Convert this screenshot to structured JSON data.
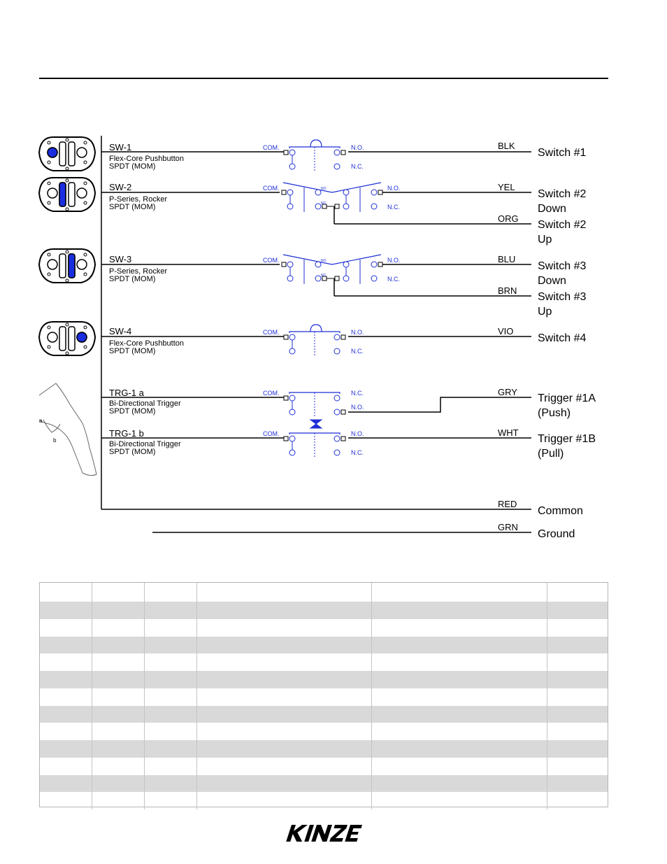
{
  "switches": [
    {
      "id": "SW-1",
      "type": "Flex-Core Pushbutton",
      "spec": "SPDT (MOM)"
    },
    {
      "id": "SW-2",
      "type": "P-Series, Rocker",
      "spec": "SPDT (MOM)"
    },
    {
      "id": "SW-3",
      "type": "P-Series, Rocker",
      "spec": "SPDT (MOM)"
    },
    {
      "id": "SW-4",
      "type": "Flex-Core Pushbutton",
      "spec": "SPDT (MOM)"
    },
    {
      "id": "TRG-1 a",
      "type": "Bi-Directional Trigger",
      "spec": "SPDT (MOM)"
    },
    {
      "id": "TRG-1 b",
      "type": "Bi-Directional Trigger",
      "spec": "SPDT (MOM)"
    }
  ],
  "terminals": {
    "com": "COM.",
    "no": "N.O.",
    "nc": "N.C.",
    "no_small": "NO",
    "nc_small": "NC"
  },
  "trigger_marks": {
    "a": "a",
    "b": "b"
  },
  "wires": [
    {
      "color_code": "BLK",
      "label_1": "Switch #1",
      "label_2": ""
    },
    {
      "color_code": "YEL",
      "label_1": "Switch #2",
      "label_2": "Down"
    },
    {
      "color_code": "ORG",
      "label_1": "Switch #2",
      "label_2": "Up"
    },
    {
      "color_code": "BLU",
      "label_1": "Switch #3",
      "label_2": "Down"
    },
    {
      "color_code": "BRN",
      "label_1": "Switch #3",
      "label_2": "Up"
    },
    {
      "color_code": "VIO",
      "label_1": "Switch #4",
      "label_2": ""
    },
    {
      "color_code": "GRY",
      "label_1": "Trigger #1A",
      "label_2": "(Push)"
    },
    {
      "color_code": "WHT",
      "label_1": "Trigger #1B",
      "label_2": "(Pull)"
    },
    {
      "color_code": "RED",
      "label_1": "Common",
      "label_2": ""
    },
    {
      "color_code": "GRN",
      "label_1": "Ground",
      "label_2": ""
    }
  ],
  "colors": {
    "schematic": "#1f2fd6",
    "highlight": "#1a2ee0",
    "line": "#000000",
    "table_shade": "#d9d9d9"
  },
  "footer": {
    "logo_text": "KINZE"
  }
}
